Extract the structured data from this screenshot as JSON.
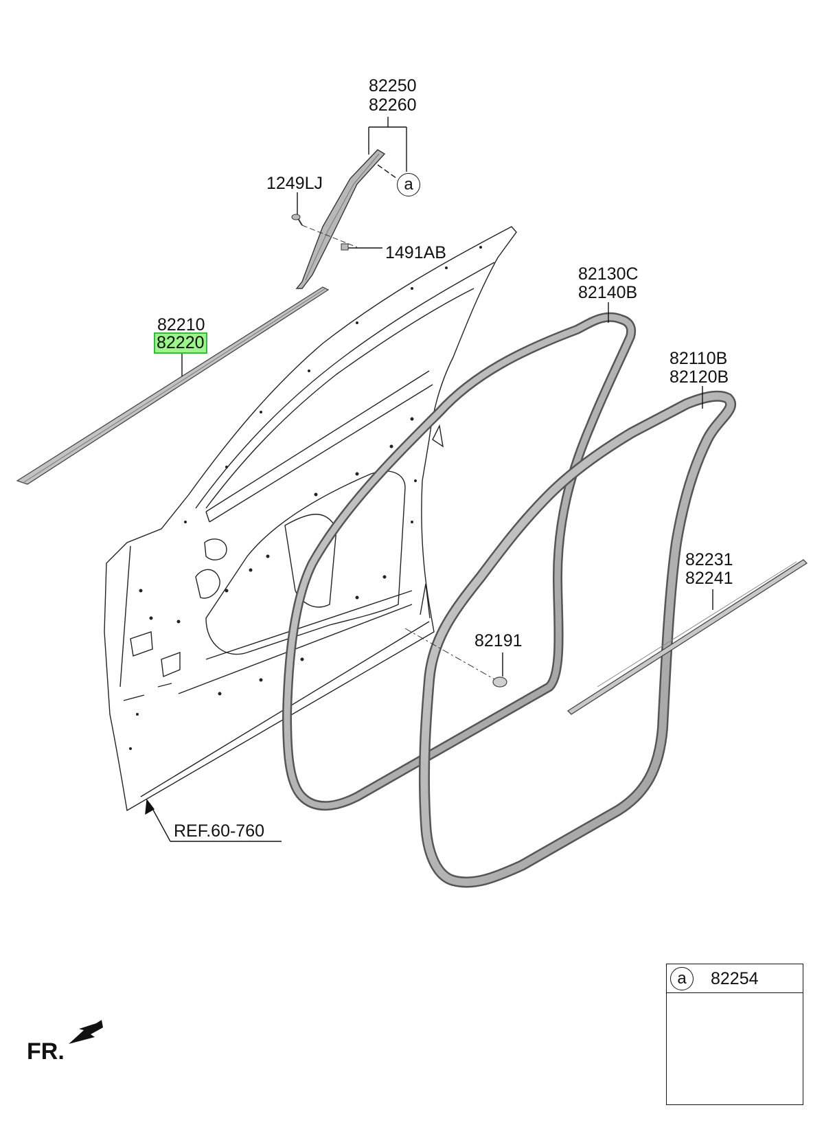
{
  "diagram": {
    "parts": [
      {
        "id": "a_pillar_trim",
        "numbers": [
          "82250",
          "82260"
        ]
      },
      {
        "id": "bolt",
        "numbers": [
          "1249LJ"
        ]
      },
      {
        "id": "clip",
        "numbers": [
          "1491AB"
        ]
      },
      {
        "id": "belt_moulding_outer",
        "numbers": [
          "82210",
          "82220"
        ],
        "highlighted": "82220",
        "highlight_color": "#9cf58a"
      },
      {
        "id": "door_weatherstrip",
        "numbers": [
          "82130C",
          "82140B"
        ]
      },
      {
        "id": "body_side_weatherstrip",
        "numbers": [
          "82110B",
          "82120B"
        ]
      },
      {
        "id": "belt_moulding_inner",
        "numbers": [
          "82231",
          "82241"
        ]
      },
      {
        "id": "plug",
        "numbers": [
          "82191"
        ]
      }
    ],
    "reference": "REF.60-760",
    "callout": "a",
    "detail": {
      "callout": "a",
      "part_number": "82254"
    },
    "front_indicator": "FR."
  }
}
